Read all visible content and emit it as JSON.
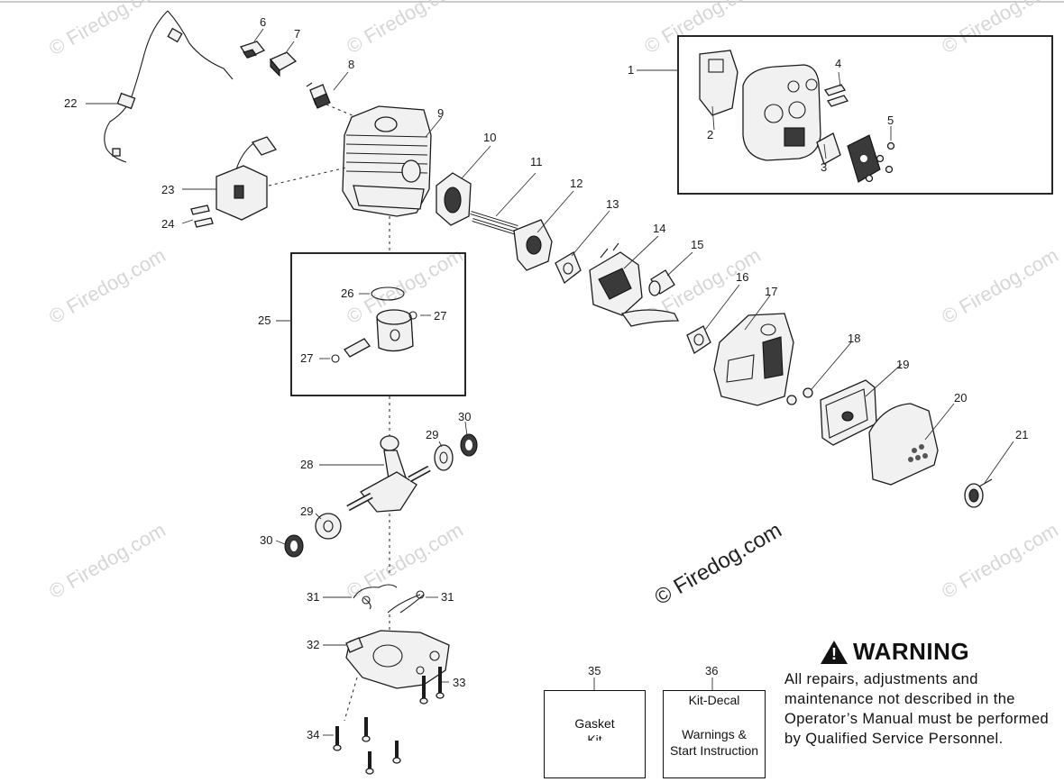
{
  "watermark": {
    "small": "© Firedog.com",
    "large": "© Firedog.com"
  },
  "callouts": [
    "1",
    "2",
    "3",
    "4",
    "5",
    "6",
    "7",
    "8",
    "9",
    "10",
    "11",
    "12",
    "13",
    "14",
    "15",
    "16",
    "17",
    "18",
    "19",
    "20",
    "21",
    "22",
    "23",
    "24",
    "25",
    "26",
    "27",
    "27",
    "28",
    "29",
    "29",
    "30",
    "30",
    "31",
    "31",
    "32",
    "33",
    "34",
    "35",
    "36"
  ],
  "kits": {
    "k35": {
      "label": "Gasket",
      "label2": "Kit"
    },
    "k36": {
      "label": "Kit-Decal",
      "label2": "Warnings &",
      "label3": "Start Instruction"
    }
  },
  "warning": {
    "symbol": "!",
    "title": "WARNING",
    "text": "All repairs, adjustments and maintenance not described in the Operator’s Manual must be performed by Qualified Service Personnel."
  }
}
